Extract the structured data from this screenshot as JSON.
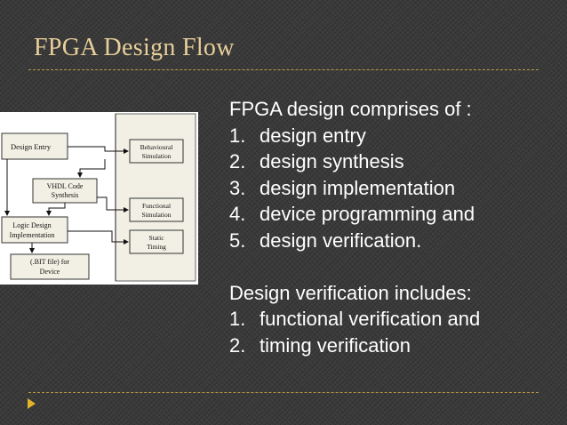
{
  "slide": {
    "title": "FPGA Design Flow",
    "intro": "FPGA design comprises of :",
    "steps": [
      {
        "num": "1.",
        "text": "design entry"
      },
      {
        "num": "2.",
        "text": "design synthesis"
      },
      {
        "num": "3.",
        "text": "design implementation"
      },
      {
        "num": "4.",
        "text": "device programming and"
      },
      {
        "num": "5.",
        "text": "design verification."
      }
    ],
    "verification_intro": "Design verification includes:",
    "verification_items": [
      {
        "num": "1.",
        "text": "functional verification and"
      },
      {
        "num": "2.",
        "text": "timing verification"
      }
    ]
  },
  "diagram": {
    "design_entry": "Design Entry",
    "vhdl_line1": "VHDL Code",
    "vhdl_line2": "Synthesis",
    "logic_line1": "Logic Design",
    "logic_line2": "Implementation",
    "bit_line1": "(.BIT file) for",
    "bit_line2": "Device",
    "behavioural_line1": "Behavioural",
    "behavioural_line2": "Simulation",
    "functional_line1": "Functional",
    "functional_line2": "Simulation",
    "static_line1": "Static",
    "static_line2": "Timing"
  },
  "colors": {
    "background": "#3a3a3a",
    "title": "#e8cf9a",
    "rule": "#b99a42",
    "bullet": "#e2b32a",
    "box_fill": "#f2f0e4",
    "body_text": "#ffffff"
  }
}
